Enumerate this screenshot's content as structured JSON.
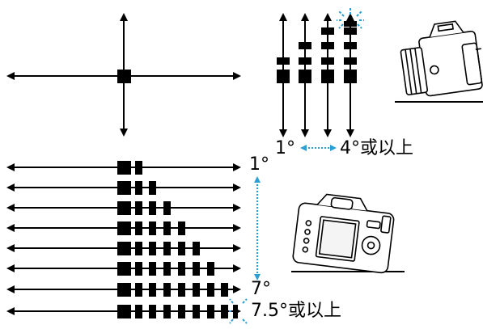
{
  "labels": {
    "pitch_min": "1°",
    "pitch_max": "4°或以上",
    "roll_min": "1°",
    "roll_seventh": "7°",
    "roll_max": "7.5°或以上"
  },
  "colors": {
    "ink": "#000000",
    "accent": "#2a9fd6"
  },
  "icons": {
    "camera_tilt": "camera-side-tilted-icon",
    "camera_back": "camera-back-tilted-icon",
    "blink": "blink-sparkle-icon"
  },
  "levels": {
    "vertical_steps": 4,
    "horizontal_steps": 8
  }
}
